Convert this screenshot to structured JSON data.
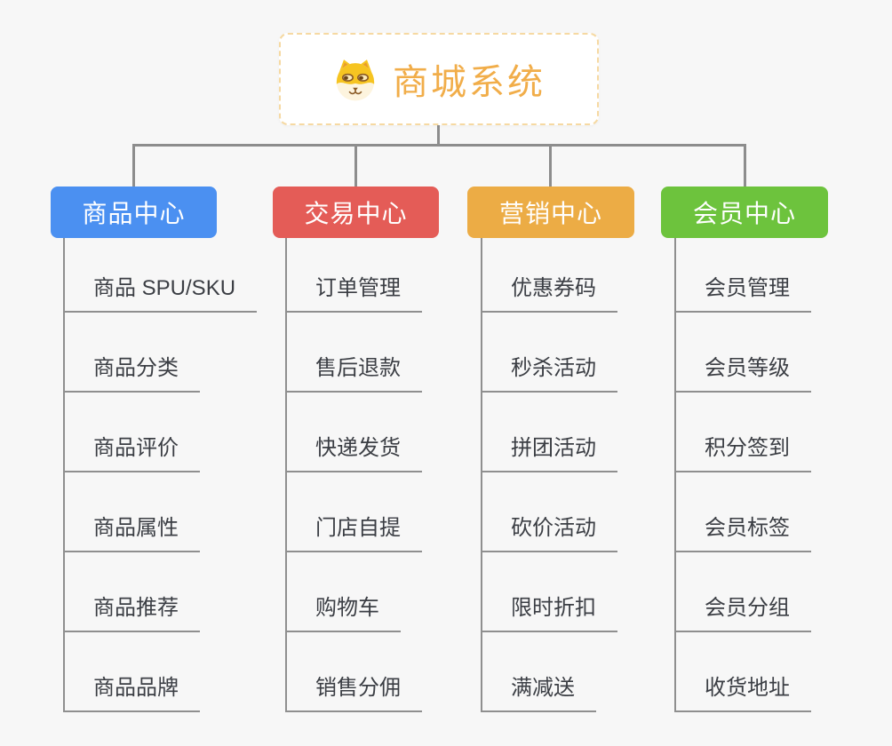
{
  "root": {
    "label": "商城系统",
    "icon": "doge-icon",
    "title_color": "#f1ad49",
    "border_color": "#f6d9a2"
  },
  "connector_color": "#8d8d8d",
  "branches": [
    {
      "label": "商品中心",
      "color": "#4b90f1",
      "items": [
        "商品 SPU/SKU",
        "商品分类",
        "商品评价",
        "商品属性",
        "商品推荐",
        "商品品牌"
      ]
    },
    {
      "label": "交易中心",
      "color": "#e45c57",
      "items": [
        "订单管理",
        "售后退款",
        "快递发货",
        "门店自提",
        "购物车",
        "销售分佣"
      ]
    },
    {
      "label": "营销中心",
      "color": "#ecac45",
      "items": [
        "优惠券码",
        "秒杀活动",
        "拼团活动",
        "砍价活动",
        "限时折扣",
        "满减送"
      ]
    },
    {
      "label": "会员中心",
      "color": "#6dc33d",
      "items": [
        "会员管理",
        "会员等级",
        "积分签到",
        "会员标签",
        "会员分组",
        "收货地址"
      ]
    }
  ]
}
